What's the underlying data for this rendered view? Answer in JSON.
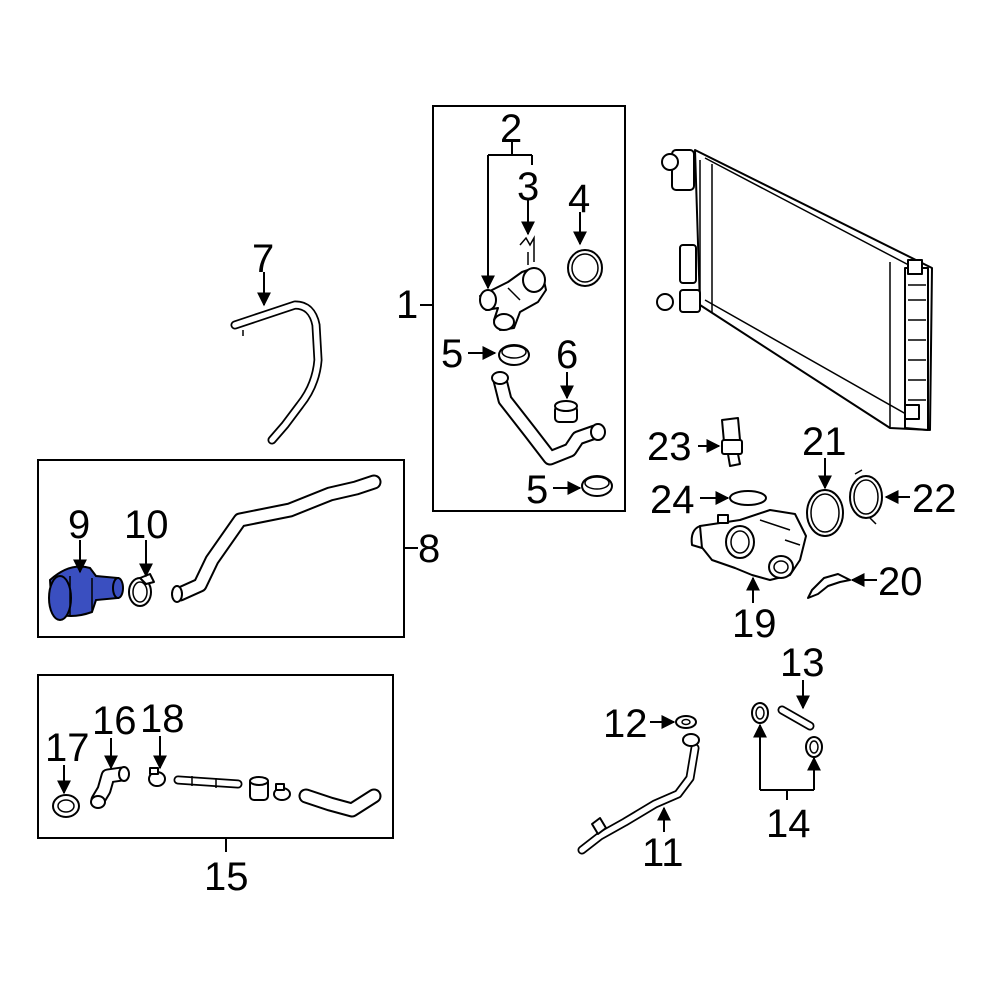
{
  "highlight_color": "#3a4fc0",
  "callouts": {
    "c1": "1",
    "c2": "2",
    "c3": "3",
    "c4": "4",
    "c5a": "5",
    "c5b": "5",
    "c6": "6",
    "c7": "7",
    "c8": "8",
    "c9": "9",
    "c10": "10",
    "c11": "11",
    "c12": "12",
    "c13": "13",
    "c14": "14",
    "c15": "15",
    "c16": "16",
    "c17": "17",
    "c18": "18",
    "c19": "19",
    "c20": "20",
    "c21": "21",
    "c22": "22",
    "c23": "23",
    "c24": "24"
  },
  "highlighted_part": "9"
}
